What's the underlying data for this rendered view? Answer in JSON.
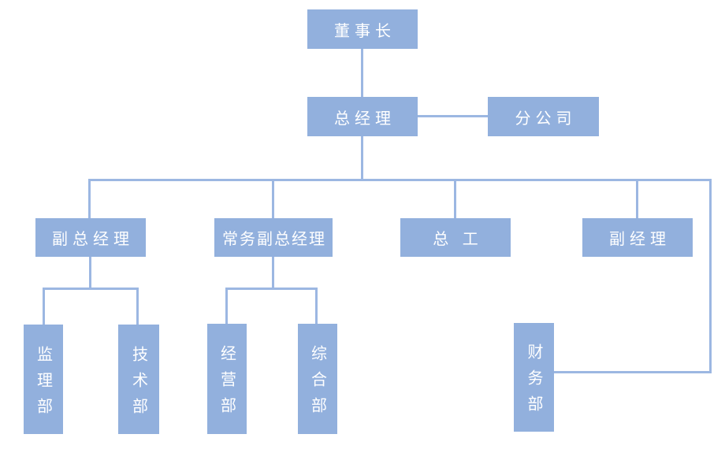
{
  "chart_title": "",
  "diagram": {
    "type": "org-chart",
    "nodes": {
      "chairman": {
        "label": "董事长",
        "orientation": "horizontal"
      },
      "general_manager": {
        "label": "总经理",
        "orientation": "horizontal"
      },
      "branch_company": {
        "label": "分公司",
        "orientation": "horizontal"
      },
      "deputy_gm": {
        "label": "副总经理",
        "orientation": "horizontal"
      },
      "executive_deputy_gm": {
        "label": "常务副总经理",
        "orientation": "horizontal"
      },
      "chief_engineer": {
        "label": "总 工",
        "orientation": "horizontal"
      },
      "deputy_manager": {
        "label": "副经理",
        "orientation": "horizontal"
      },
      "supervision_dept": {
        "label": "监理部",
        "orientation": "vertical"
      },
      "technology_dept": {
        "label": "技术部",
        "orientation": "vertical"
      },
      "operations_dept": {
        "label": "经营部",
        "orientation": "vertical"
      },
      "general_affairs_dept": {
        "label": "综合部",
        "orientation": "vertical"
      },
      "finance_dept": {
        "label": "财务部",
        "orientation": "vertical"
      }
    },
    "edges": [
      [
        "chairman",
        "general_manager"
      ],
      [
        "general_manager",
        "branch_company"
      ],
      [
        "general_manager",
        "deputy_gm"
      ],
      [
        "general_manager",
        "executive_deputy_gm"
      ],
      [
        "general_manager",
        "chief_engineer"
      ],
      [
        "general_manager",
        "deputy_manager"
      ],
      [
        "general_manager",
        "finance_dept"
      ],
      [
        "deputy_gm",
        "supervision_dept"
      ],
      [
        "deputy_gm",
        "technology_dept"
      ],
      [
        "executive_deputy_gm",
        "operations_dept"
      ],
      [
        "executive_deputy_gm",
        "general_affairs_dept"
      ]
    ]
  },
  "colors": {
    "box_fill": "#92b0dd",
    "line": "#9cb7e2",
    "text": "#ffffff",
    "background": "#ffffff"
  }
}
